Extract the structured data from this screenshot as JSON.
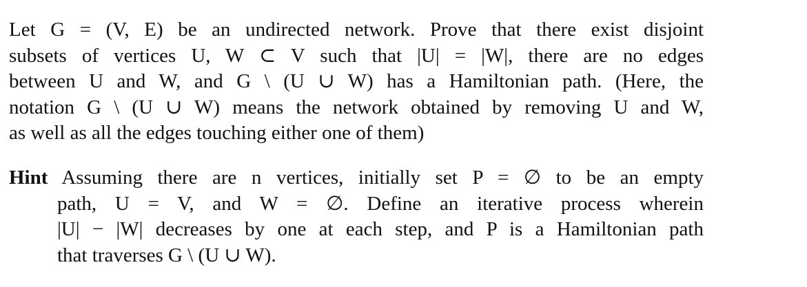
{
  "problem": {
    "lines": [
      "Let G = (V, E) be an undirected network. Prove that there exist disjoint",
      "subsets of vertices U, W ⊂ V such that |U| = |W|, there are no edges",
      "between U and W, and G \\ (U ∪ W) has a Hamiltonian path. (Here, the",
      "notation G \\ (U ∪ W) means the network obtained by removing U and W,",
      "as well as all the edges touching either one of them)"
    ]
  },
  "hint": {
    "label": "Hint",
    "lines": [
      "Assuming there are n vertices, initially set P = ∅ to be an empty",
      "path, U = V, and W = ∅. Define an iterative process wherein",
      "|U| − |W| decreases by one at each step, and P is a Hamiltonian path",
      "that traverses G \\ (U ∪ W)."
    ]
  }
}
